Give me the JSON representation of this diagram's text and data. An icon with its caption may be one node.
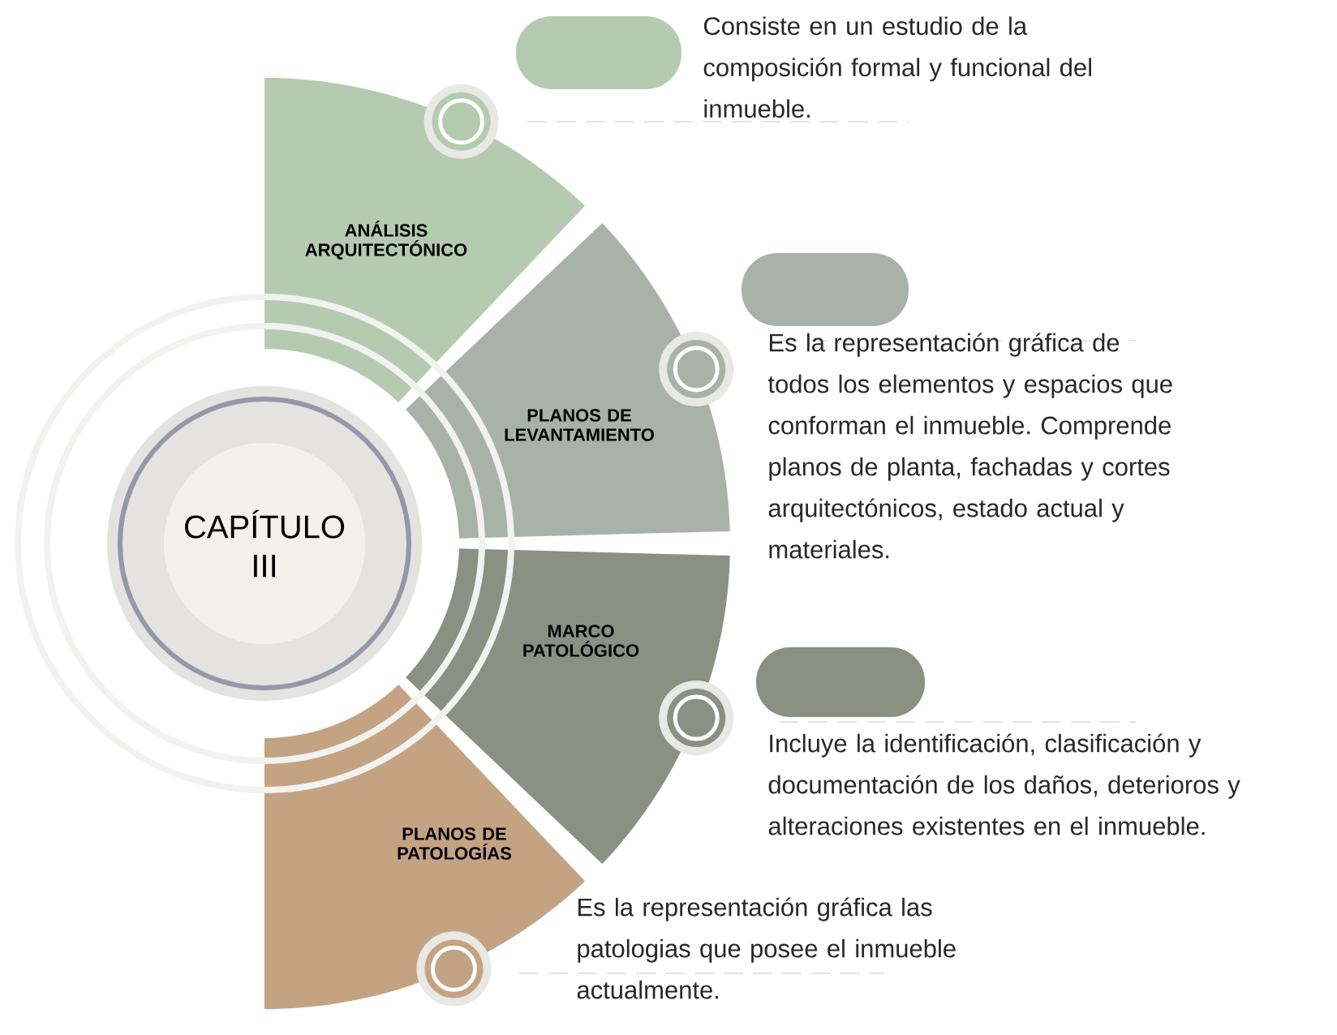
{
  "diagram": {
    "nodes": [
      {
        "text": [
          "CAPÍTULO III"
        ]
      },
      {
        "text": [
          "ANÁLISIS ARQUITECTÓNICO"
        ]
      },
      {
        "text": [
          "PLANOS DE LEVANTAMIENTO"
        ]
      },
      {
        "text": [
          "MARCO PATOLÓGICO"
        ]
      },
      {
        "text": [
          "PLANOS DE PATOLOGÍAS"
        ]
      },
      {
        "text": [],
        "shape": "box"
      },
      {
        "text": [],
        "shape": "box"
      },
      {
        "text": [],
        "shape": "box"
      }
    ],
    "labels": [
      "Consiste en un estudio de la composición formal y funcional del inmueble.",
      "Es la representación gráfica de todos los elementos y espacios que conforman el inmueble. Comprende planos de planta, fachadas y cortes arquitectónicos, estado actual y materiales.",
      "Incluye la identificación, clasificación y documentación de los daños, deterioros y alteraciones existentes en el inmueble.",
      "Es la representación gráfica las patologias que posee el inmueble actualmente."
    ]
  }
}
